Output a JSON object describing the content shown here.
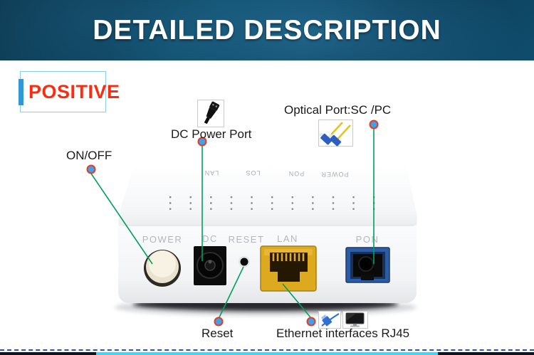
{
  "banner": {
    "title": "DETAILED DESCRIPTION"
  },
  "section": {
    "label": "POSITIVE"
  },
  "callouts": {
    "on_off": {
      "label": "ON/OFF"
    },
    "dc_power": {
      "label": "DC Power Port"
    },
    "optical": {
      "label": "Optical Port:SC /PC"
    },
    "reset": {
      "label": "Reset"
    },
    "ethernet": {
      "label": "Ethernet interfaces RJ45"
    }
  },
  "device": {
    "front_port_labels": {
      "power": "POWER",
      "dc": "DC",
      "reset": "RESET",
      "lan": "LAN",
      "pon": "PON"
    },
    "top_led_labels": [
      "LAN",
      "LOS",
      "PON",
      "POWER"
    ]
  },
  "icons": {
    "dc_plug": "dc-plug-icon",
    "fiber_connectors": "fiber-sc-connectors-icon",
    "rj45_connector": "rj45-connector-icon",
    "monitor": "monitor-icon"
  },
  "colors": {
    "banner_blue": "#0e3f5c",
    "accent_bar_blue": "#2f99d8",
    "positive_red": "#fb2c10",
    "callout_line_green": "#00a05f",
    "marker_blue": "#3ba3ee",
    "marker_ring_red": "#e83b25",
    "lan_port_yellow": "#dca91f",
    "pon_port_blue": "#2a5ca8",
    "dashed_line_blue": "#2b53c0",
    "bottom_bar_cyan": "#41d7f2"
  }
}
